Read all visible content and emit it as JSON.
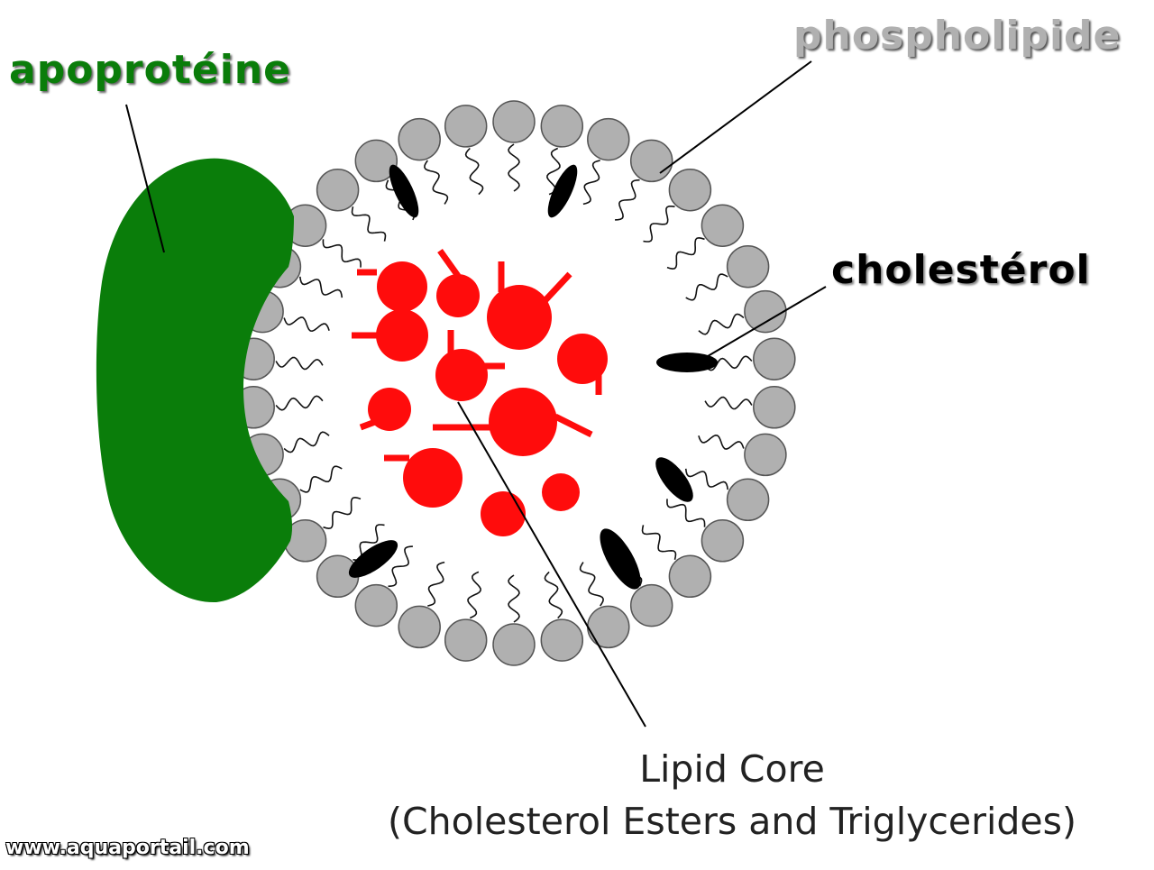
{
  "labels": {
    "apoprotein": "apoprotéine",
    "phospholipid": "phospholipide",
    "cholesterol": "cholestérol",
    "core_line1": "Lipid Core",
    "core_line2": "(Cholesterol Esters and Triglycerides)",
    "website": "www.aquaportail.com"
  },
  "colors": {
    "apoprotein": "#0a7d0a",
    "phospholipid_head": "#b0b0b0",
    "phospholipid_outline": "#555555",
    "cholesterol": "#000000",
    "lipid_core": "#ff0c0c"
  }
}
